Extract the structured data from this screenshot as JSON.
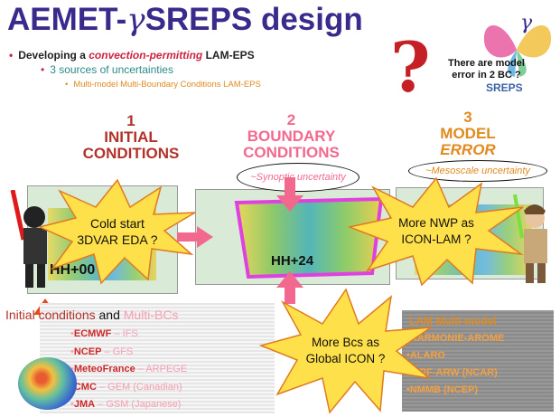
{
  "title": {
    "prefix": "AEMET-",
    "gamma": "γ",
    "suffix": "SREPS design"
  },
  "bullets": {
    "l1_pre": "Developing a ",
    "l1_hl": "convection-permitting",
    "l1_post": " LAM-EPS",
    "l2": "3 sources of uncertainties",
    "l3": "Multi-model Multi-Boundary Conditions LAM-EPS"
  },
  "columns": {
    "c1_num": "1",
    "c1_l1": "INITIAL",
    "c1_l2": "CONDITIONS",
    "c2_num": "2",
    "c2_l1": "BOUNDARY",
    "c2_l2": "CONDITIONS",
    "c3_num": "3",
    "c3_l1": "MODEL",
    "c3_l2": "ERROR"
  },
  "ellipses": {
    "synoptic": "~Synoptic uncertainty",
    "mesoscale": "~Mesoscale uncertainty"
  },
  "maps": {
    "hh24": "HH+24",
    "hh00": "HH+00"
  },
  "bursts": {
    "cold_l1": "Cold start",
    "cold_l2": "3DVAR EDA ?",
    "nwp_l1": "More NWP as",
    "nwp_l2": "ICON-LAM ?",
    "bcs_l1": "More Bcs as",
    "bcs_l2": "Global ICON ?"
  },
  "question": {
    "mark": "?",
    "l1": "There are model",
    "l2": "error in 2 BC ?"
  },
  "logo": {
    "gamma": "γ",
    "text": "SREPS"
  },
  "ic": {
    "pre": "Initial conditions",
    "and": " and ",
    "mb": "Multi-BCs"
  },
  "sources": [
    {
      "name": "ECMWF",
      "detail": " – IFS"
    },
    {
      "name": "NCEP",
      "detail": " – GFS"
    },
    {
      "name": "MeteoFrance",
      "detail": " – ARPEGE"
    },
    {
      "name": "CMC",
      "detail": " – GEM (Canadian)"
    },
    {
      "name": "JMA",
      "detail": " – GSM (Japanese)"
    }
  ],
  "lam": {
    "title": "LAM Multi-model",
    "items": [
      "•HARMONIE-AROME",
      "•ALARO",
      "•WRF-ARW (NCAR)",
      "•NMMB (NCEP)"
    ]
  },
  "colors": {
    "title": "#3a2a8c",
    "ic": "#b2322a",
    "bc": "#f2688e",
    "me": "#e08a20",
    "burst": "#fde04a",
    "arrow": "#f2688e"
  }
}
